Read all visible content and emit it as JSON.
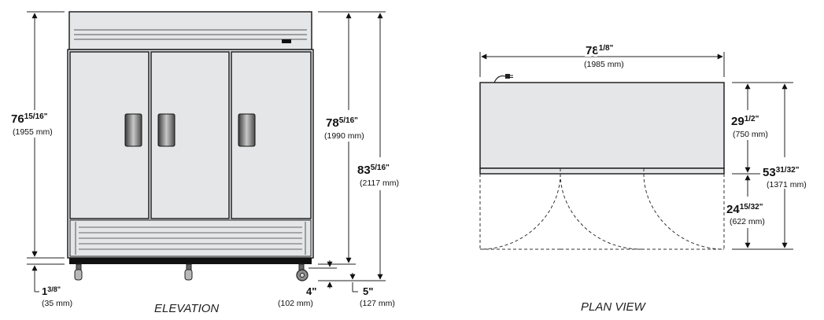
{
  "elevation": {
    "title": "ELEVATION",
    "dims": {
      "cabinet_height": {
        "whole": "76",
        "frac": "15/16\"",
        "mm": "(1955 mm)"
      },
      "door_height": {
        "whole": "78",
        "frac": "5/16\"",
        "mm": "(1990 mm)"
      },
      "overall_height": {
        "whole": "83",
        "frac": "5/16\"",
        "mm": "(2117 mm)"
      },
      "base_clearance": {
        "whole": "1",
        "frac": "3/8\"",
        "mm": "(35 mm)"
      },
      "caster_height": {
        "label": "4\"",
        "mm": "(102 mm)"
      },
      "caster_total": {
        "label": "5\"",
        "mm": "(127 mm)"
      }
    }
  },
  "plan": {
    "title": "PLAN VIEW",
    "dims": {
      "width": {
        "whole": "78",
        "frac": "1/8\"",
        "mm": "(1985 mm)"
      },
      "depth": {
        "whole": "29",
        "frac": "1/2\"",
        "mm": "(750 mm)"
      },
      "door_swing": {
        "whole": "24",
        "frac": "15/32\"",
        "mm": "(622 mm)"
      },
      "overall_depth": {
        "whole": "53",
        "frac": "31/32\"",
        "mm": "(1371 mm)"
      }
    }
  },
  "colors": {
    "stroke": "#222222",
    "panel": "#e4e6e8",
    "dark": "#111111"
  }
}
